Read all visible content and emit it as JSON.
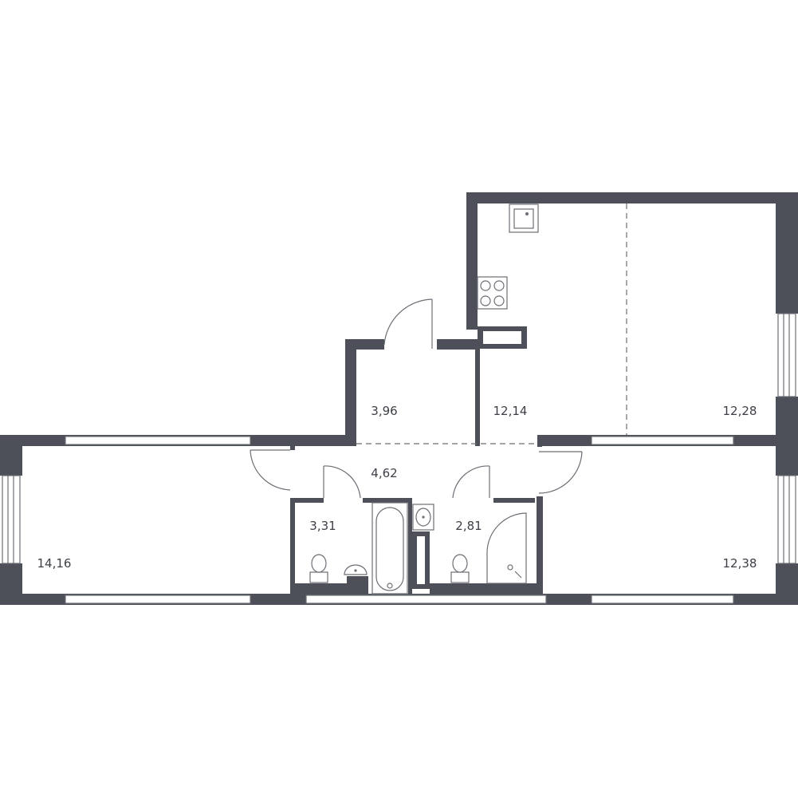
{
  "colors": {
    "wall": "#4d5058",
    "thin_line": "#6b6e75",
    "text": "#3c3f46"
  },
  "rooms": [
    {
      "id": "kitchen-living",
      "area": "12,14",
      "icon": "kitchen-zone"
    },
    {
      "id": "living-area",
      "area": "12,28",
      "icon": "living-zone"
    },
    {
      "id": "entry",
      "area": "3,96",
      "icon": "entry-zone"
    },
    {
      "id": "hallway",
      "area": "4,62",
      "icon": "hallway-zone"
    },
    {
      "id": "bathroom-1",
      "area": "3,31",
      "icon": "bathroom-zone"
    },
    {
      "id": "bathroom-2",
      "area": "2,81",
      "icon": "bathroom-zone"
    },
    {
      "id": "bedroom-left",
      "area": "14,16",
      "icon": "bedroom-zone"
    },
    {
      "id": "bedroom-right",
      "area": "12,38",
      "icon": "bedroom-zone"
    }
  ],
  "fixtures": [
    "sink-icon",
    "stove-icon",
    "bathtub-icon",
    "toilet-icon",
    "washbasin-icon",
    "shower-icon",
    "door-icon",
    "window-icon"
  ]
}
